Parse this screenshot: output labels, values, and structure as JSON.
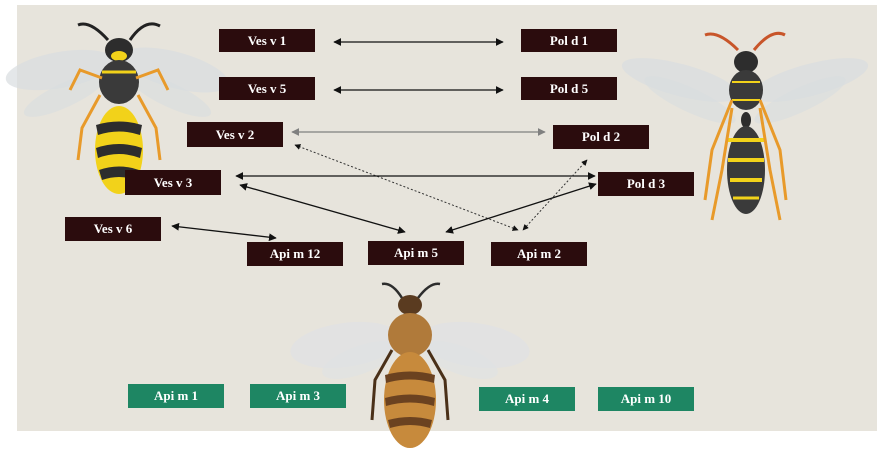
{
  "labels": {
    "ves_v_1": "Ves v 1",
    "ves_v_5": "Ves v 5",
    "ves_v_2": "Ves v 2",
    "ves_v_3": "Ves v 3",
    "ves_v_6": "Ves v 6",
    "pol_d_1": "Pol d 1",
    "pol_d_5": "Pol d 5",
    "pol_d_2": "Pol d 2",
    "pol_d_3": "Pol d 3",
    "api_m_12": "Api m 12",
    "api_m_5": "Api m 5",
    "api_m_2": "Api m 2",
    "api_m_1": "Api m 1",
    "api_m_3": "Api m 3",
    "api_m_4": "Api m 4",
    "api_m_10": "Api m 10"
  },
  "colors": {
    "background": "#e7e4dc",
    "allergen_box": "#2b0c0d",
    "bee_allergen_box": "#1e8663",
    "arrow_dark": "#111111",
    "arrow_grey": "#808080"
  },
  "illustrations": [
    "yellowjacket-wasp",
    "paper-wasp",
    "honey-bee"
  ]
}
